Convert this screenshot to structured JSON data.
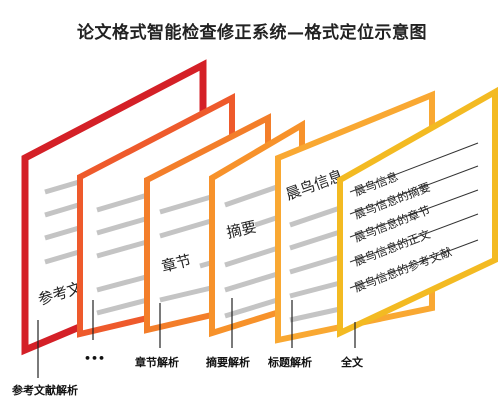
{
  "title": "论文格式智能检查修正系统—格式定位示意图",
  "layers": [
    {
      "id": "ref",
      "page_text": "参考文献",
      "dots": "•••",
      "label": "参考文献解析",
      "color": "#d42027"
    },
    {
      "id": "dots",
      "page_text": "",
      "label": "•••",
      "color": "#ee5a2c"
    },
    {
      "id": "chapter",
      "page_text": "章节",
      "label": "章节解析",
      "color": "#f37e2a"
    },
    {
      "id": "abstract",
      "page_text": "摘要",
      "label": "摘要解析",
      "color": "#f7922b"
    },
    {
      "id": "title",
      "page_text": "晨鸟信息",
      "label": "标题解析",
      "color": "#f9a832"
    },
    {
      "id": "full",
      "page_text": "",
      "label": "全文",
      "color": "#f3ba22"
    }
  ],
  "full_text_lines": [
    "晨鸟信息",
    "晨鸟信息的摘要",
    "晨鸟信息的章节",
    "晨鸟信息的正文",
    "晨鸟信息的参考文献"
  ]
}
